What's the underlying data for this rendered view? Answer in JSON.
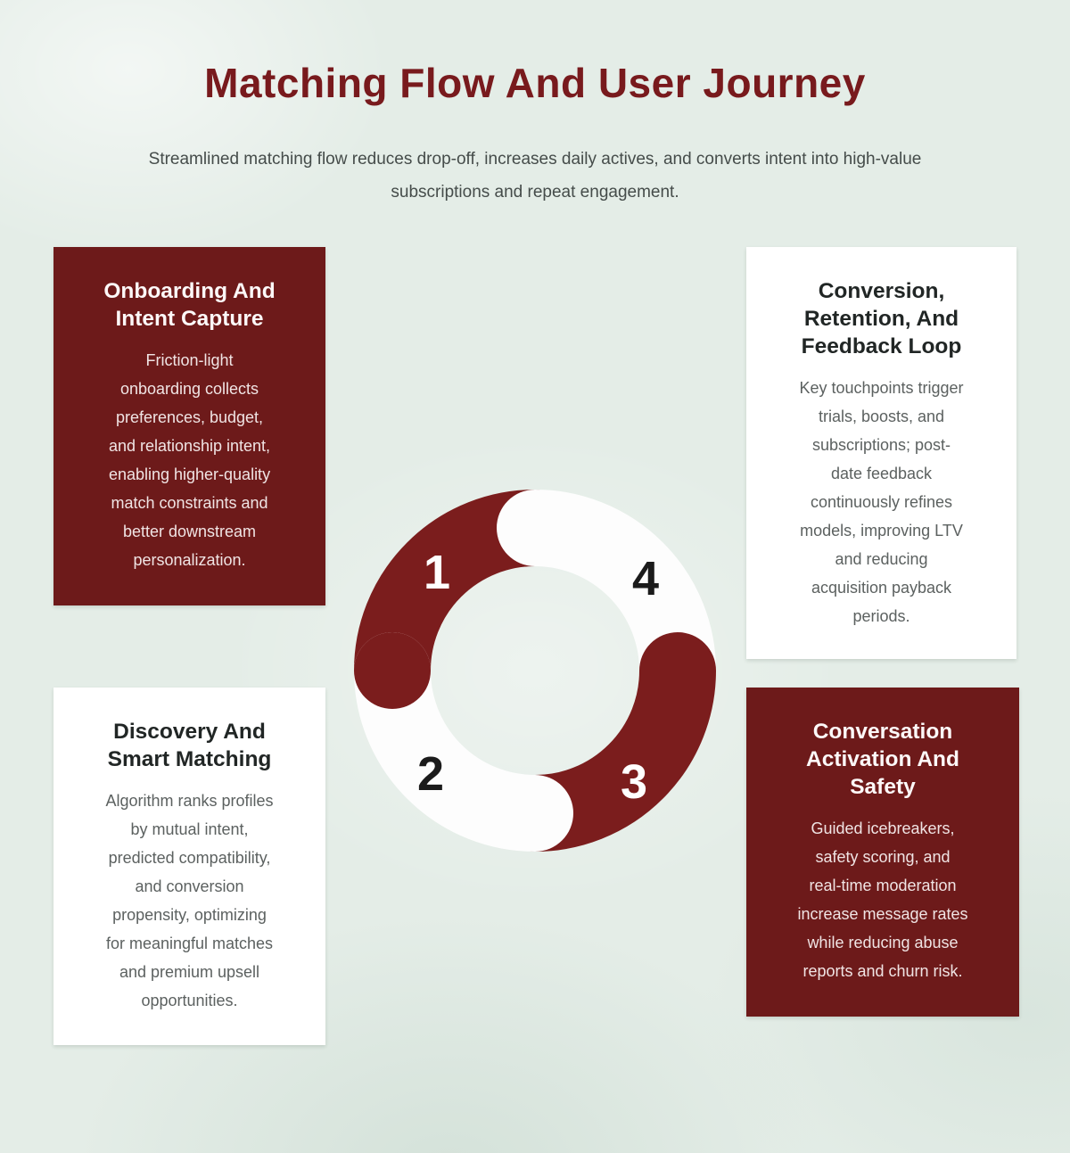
{
  "page": {
    "title": "Matching Flow And User Journey",
    "subtitle": "Streamlined matching flow reduces drop-off, increases daily actives, and converts intent into high-value\nsubscriptions and repeat engagement."
  },
  "colors": {
    "background": "#e4ede7",
    "maroon_card": "#6d1a1a",
    "donut_red": "#7b1d1d",
    "title_maroon": "#781a1d",
    "white": "#ffffff"
  },
  "cards": [
    {
      "position": "top-left",
      "variant": "maroon",
      "title": "Onboarding And\nIntent Capture",
      "body": "Friction-light\nonboarding collects\npreferences, budget,\nand relationship intent,\nenabling higher-quality\nmatch constraints and\nbetter downstream\npersonalization."
    },
    {
      "position": "top-right",
      "variant": "white",
      "title": "Conversion,\nRetention, And\nFeedback Loop",
      "body": "Key touchpoints trigger\ntrials, boosts, and\nsubscriptions; post-\ndate feedback\ncontinuously refines\nmodels, improving LTV\nand reducing\nacquisition payback\nperiods."
    },
    {
      "position": "bottom-left",
      "variant": "white",
      "title": "Discovery And\nSmart Matching",
      "body": "Algorithm ranks profiles\nby mutual intent,\npredicted compatibility,\nand conversion\npropensity, optimizing\nfor meaningful matches\nand premium upsell\nopportunities."
    },
    {
      "position": "bottom-right",
      "variant": "maroon",
      "title": "Conversation\nActivation And\nSafety",
      "body": "Guided icebreakers,\nsafety scoring, and\nreal-time moderation\nincrease message rates\nwhile reducing abuse\nreports and churn risk."
    }
  ],
  "diagram": {
    "type": "cycle-donut",
    "steps": [
      {
        "number": "1",
        "quadrant": "top-left",
        "segment_color": "#7b1d1d",
        "number_color": "#ffffff"
      },
      {
        "number": "2",
        "quadrant": "bottom-left",
        "segment_color": "#fdfdfd",
        "number_color": "#1b1b1b"
      },
      {
        "number": "3",
        "quadrant": "bottom-right",
        "segment_color": "#7b1d1d",
        "number_color": "#ffffff"
      },
      {
        "number": "4",
        "quadrant": "top-right",
        "segment_color": "#fdfdfd",
        "number_color": "#1b1b1b"
      }
    ]
  }
}
